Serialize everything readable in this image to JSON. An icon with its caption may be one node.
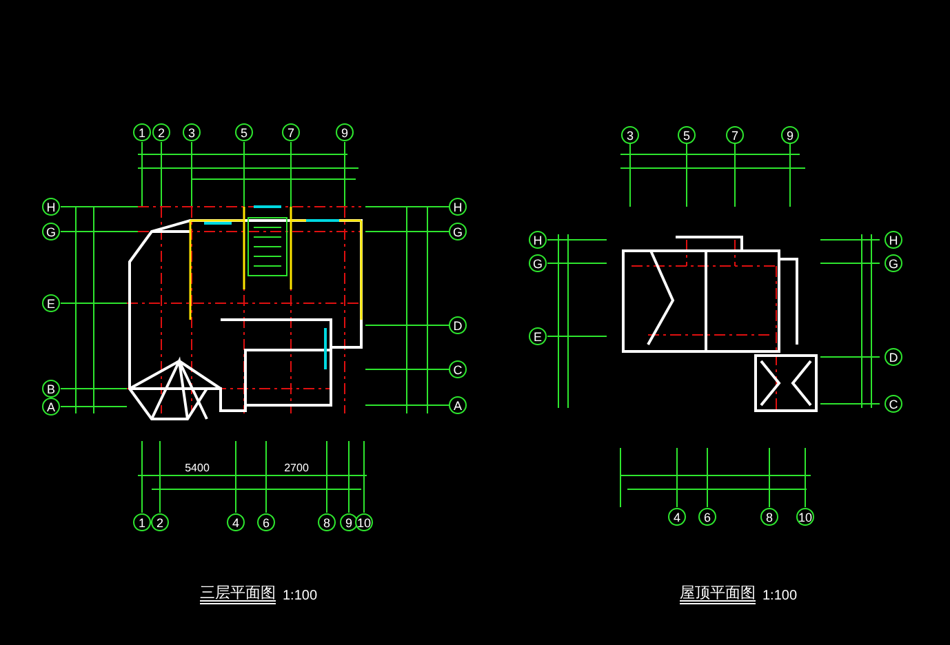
{
  "diagram": {
    "labels": [
      "1",
      "2",
      "3",
      "5",
      "7",
      "9",
      "3",
      "5",
      "7",
      "9",
      "H",
      "G",
      "E",
      "B",
      "A",
      "H",
      "G",
      "D",
      "C",
      "A",
      "H",
      "G",
      "E",
      "H",
      "G",
      "D",
      "C",
      "5400",
      "2700",
      "1",
      "2",
      "4",
      "6",
      "8",
      "9",
      "10",
      "4",
      "6",
      "8",
      "10",
      "三层平面图",
      "1:100",
      "屋顶平面图",
      "1:100"
    ]
  }
}
